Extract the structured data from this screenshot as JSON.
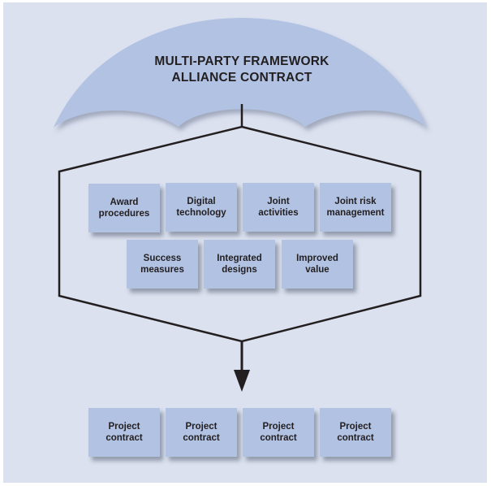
{
  "umbrella": {
    "title_line1": "MULTI-PARTY FRAMEWORK",
    "title_line2": "ALLIANCE CONTRACT"
  },
  "framework_elements": [
    {
      "label": "Award\nprocedures"
    },
    {
      "label": "Digital\ntechnology"
    },
    {
      "label": "Joint\nactivities"
    },
    {
      "label": "Joint risk\nmanagement"
    },
    {
      "label": "Success\nmeasures"
    },
    {
      "label": "Integrated\ndesigns"
    },
    {
      "label": "Improved\nvalue"
    }
  ],
  "project_contracts": [
    {
      "label": "Project\ncontract"
    },
    {
      "label": "Project\ncontract"
    },
    {
      "label": "Project\ncontract"
    },
    {
      "label": "Project\ncontract"
    }
  ],
  "colors": {
    "background": "#dbe1ef",
    "umbrella_fill": "#b1c2e3",
    "box_fill": "#b1c2e3",
    "line": "#231f20"
  }
}
